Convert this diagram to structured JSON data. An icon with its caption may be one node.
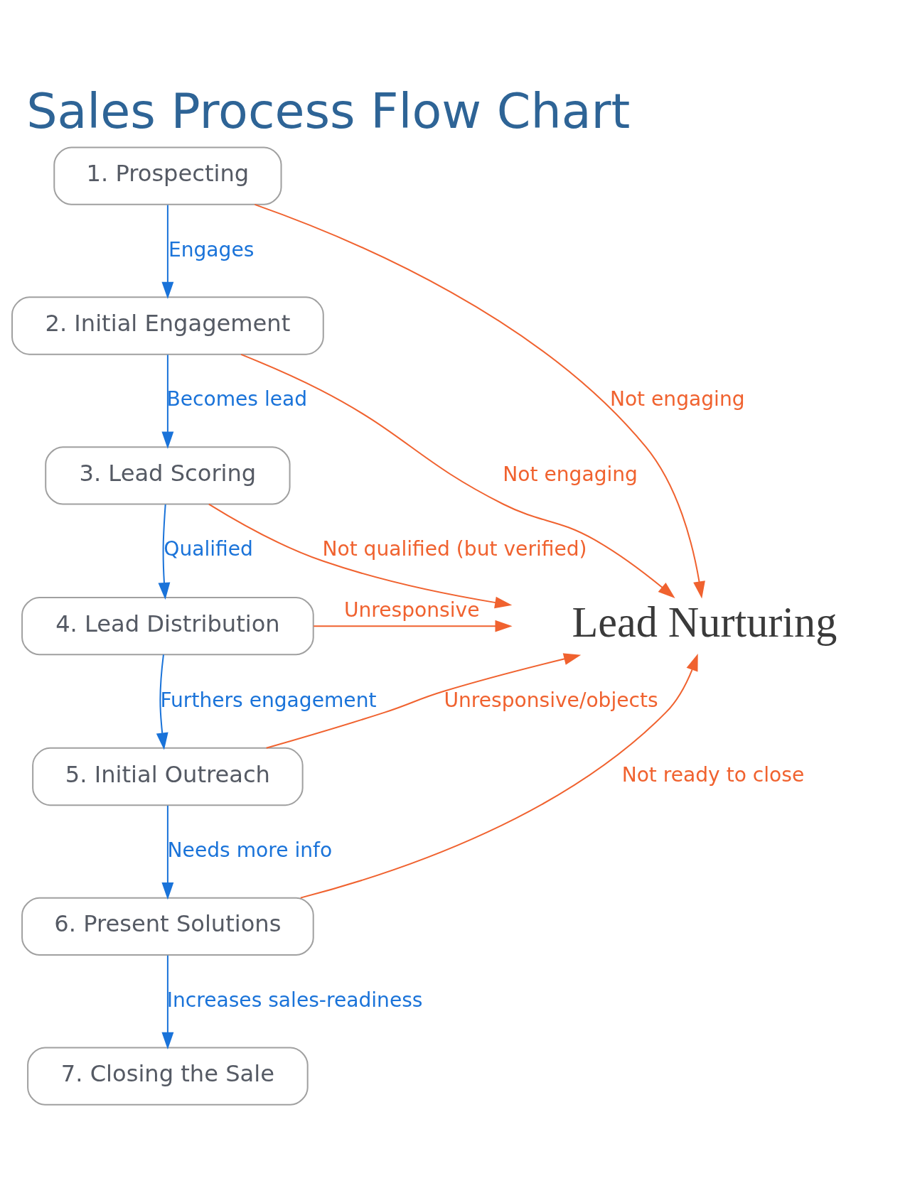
{
  "diagram": {
    "title": "Sales Process Flow Chart",
    "nodes": [
      {
        "text": [
          "1. Prospecting"
        ]
      },
      {
        "text": [
          "2. Initial Engagement"
        ]
      },
      {
        "text": [
          "3. Lead Scoring"
        ]
      },
      {
        "text": [
          "4. Lead Distribution"
        ]
      },
      {
        "text": [
          "5. Initial Outreach"
        ]
      },
      {
        "text": [
          "6. Present Solutions"
        ]
      },
      {
        "text": [
          "7. Closing the Sale"
        ]
      },
      {
        "text": [
          "Lead Nurturing"
        ]
      }
    ],
    "edges": [
      {
        "from": 0,
        "to": 1,
        "arrow": "to",
        "label": "Engages",
        "color": "#1a73d9"
      },
      {
        "from": 0,
        "to": 7,
        "arrow": "to",
        "label": "Not engaging",
        "color": "#f0622f"
      },
      {
        "from": 1,
        "to": 2,
        "arrow": "to",
        "label": "Becomes lead",
        "color": "#1a73d9"
      },
      {
        "from": 1,
        "to": 7,
        "arrow": "to",
        "label": "Not engaging",
        "color": "#f0622f"
      },
      {
        "from": 2,
        "to": 3,
        "arrow": "to",
        "label": "Qualified",
        "color": "#1a73d9"
      },
      {
        "from": 2,
        "to": 7,
        "arrow": "to",
        "label": "Not qualified (but verified)",
        "color": "#f0622f"
      },
      {
        "from": 3,
        "to": 4,
        "arrow": "to",
        "label": "Furthers engagement",
        "color": "#1a73d9"
      },
      {
        "from": 3,
        "to": 7,
        "arrow": "to",
        "label": "Unresponsive",
        "color": "#f0622f"
      },
      {
        "from": 4,
        "to": 5,
        "arrow": "to",
        "label": "Needs more info",
        "color": "#1a73d9"
      },
      {
        "from": 4,
        "to": 7,
        "arrow": "to",
        "label": "Unresponsive/objects",
        "color": "#f0622f"
      },
      {
        "from": 5,
        "to": 6,
        "arrow": "to",
        "label": "Increases sales-readiness",
        "color": "#1a73d9"
      },
      {
        "from": 5,
        "to": 7,
        "arrow": "to",
        "label": "Not ready to close",
        "color": "#f0622f"
      }
    ]
  }
}
